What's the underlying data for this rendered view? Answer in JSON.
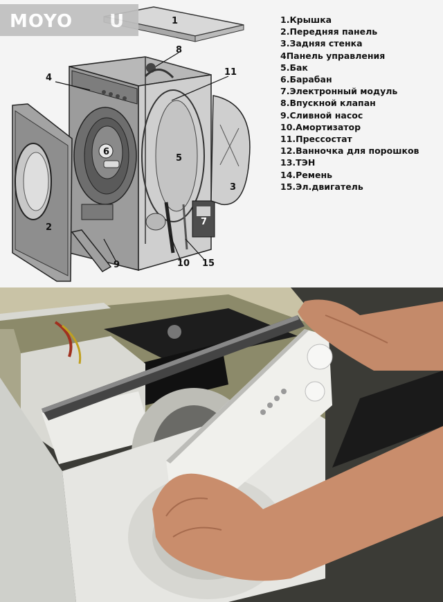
{
  "watermark": {
    "brand": "MOYO",
    "suffix": "U"
  },
  "legend": [
    "1.Крышка",
    "2.Передняя панель",
    "3.Задняя стенка",
    "4Панель управления",
    "5.Бак",
    "6.Барабан",
    "7.Электронный модуль",
    "8.Впускной клапан",
    "9.Сливной насос",
    "10.Амортизатор",
    "11.Прессостат",
    "12.Ванночка для порошков",
    "13.ТЭН",
    "14.Ремень",
    "15.Эл.двигатель"
  ],
  "callouts": {
    "c1": "1",
    "c2": "2",
    "c3": "3",
    "c4": "4",
    "c5": "5",
    "c6": "6",
    "c7": "7",
    "c8": "8",
    "c9": "9",
    "c10": "10",
    "c11": "11",
    "c15": "15"
  },
  "colors": {
    "line": "#111111",
    "metal": "#9a9a9a",
    "panel_white": "#e9e9e6"
  }
}
